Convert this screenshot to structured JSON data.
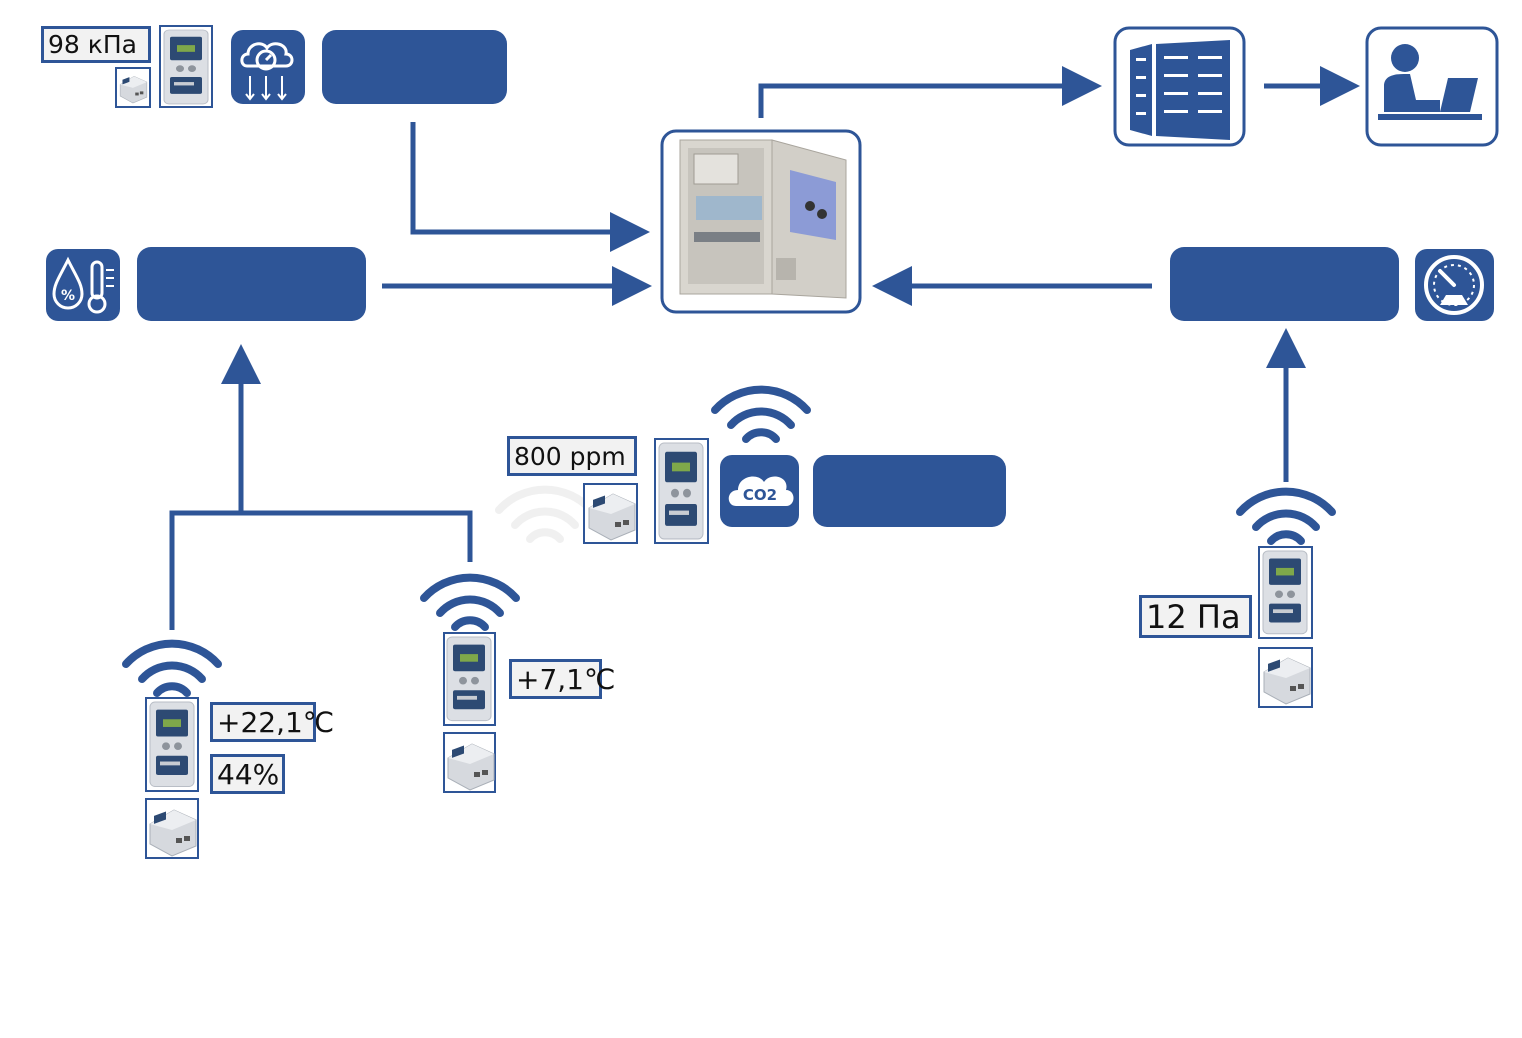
{
  "colors": {
    "primary": "#2e5597",
    "readout_bg": "#f2f2f2",
    "background": "#ffffff"
  },
  "readouts": {
    "pressure": "98 кПа",
    "co2": "800 ppm",
    "diff_pressure": "12 Па",
    "outdoor_temp": "+7,1℃",
    "indoor_temp": "+22,1℃",
    "indoor_humidity": "44%"
  },
  "icons": {
    "pressure_gauge": "pressure-cloud-icon",
    "humidity_temp": "humidity-thermometer-icon",
    "speedometer": "speedometer-icon",
    "co2_cloud": "co2-cloud-icon",
    "server": "server-rack-icon",
    "operator": "operator-laptop-icon",
    "wifi": "wifi-icon",
    "cabinet": "control-cabinet-icon",
    "sensor": "sensor-device-icon",
    "hub": "wireless-hub-icon"
  },
  "co2_label": "CO2"
}
